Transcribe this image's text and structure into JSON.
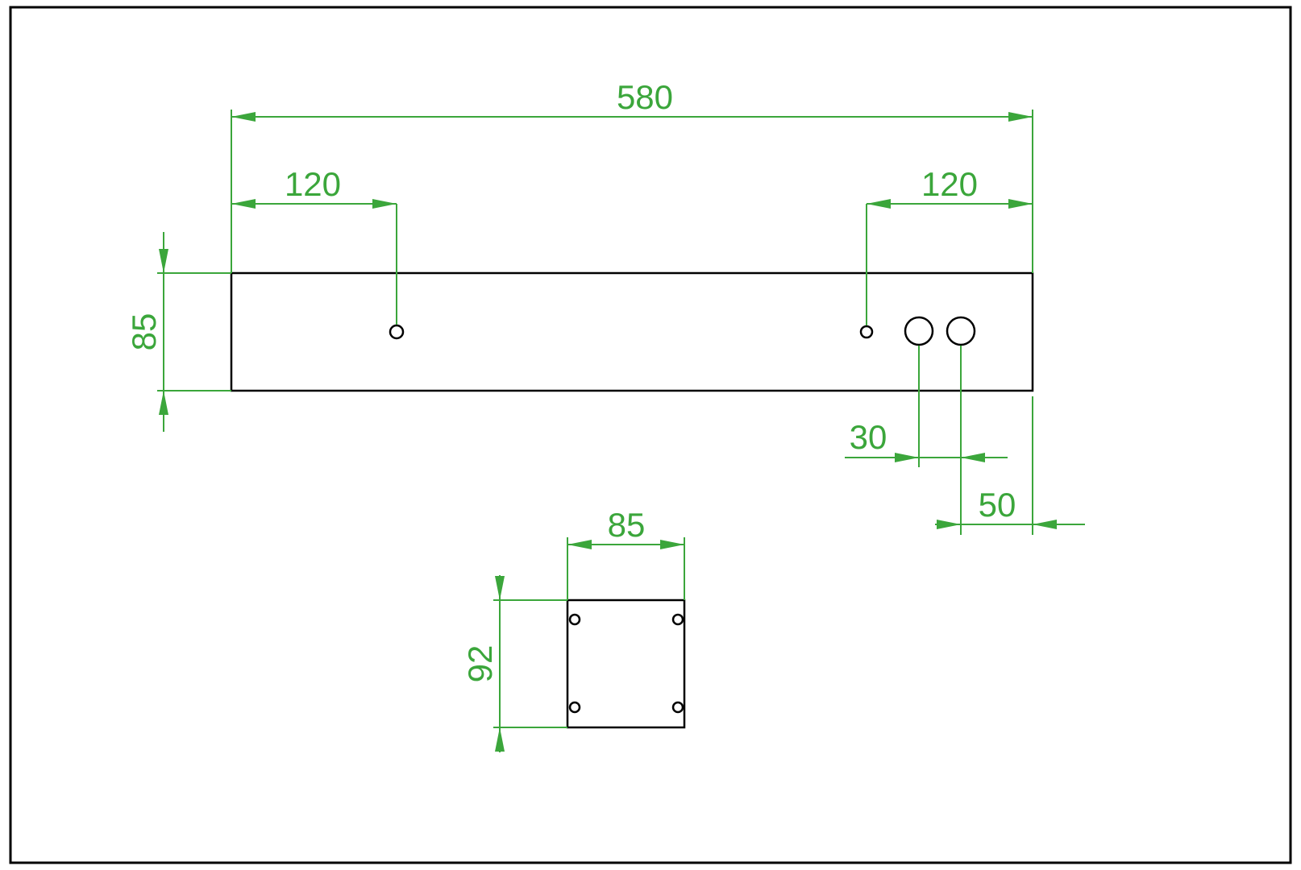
{
  "colors": {
    "dimension": "#3ba63b",
    "geometry": "#000000",
    "background": "#ffffff"
  },
  "views": {
    "front": {
      "dim_overall_width": "580",
      "dim_left_hole_offset": "120",
      "dim_right_hole_offset": "120",
      "dim_height": "85",
      "dim_hole_spacing": "30",
      "dim_hole_to_edge": "50"
    },
    "section": {
      "dim_width": "85",
      "dim_height": "92"
    }
  }
}
